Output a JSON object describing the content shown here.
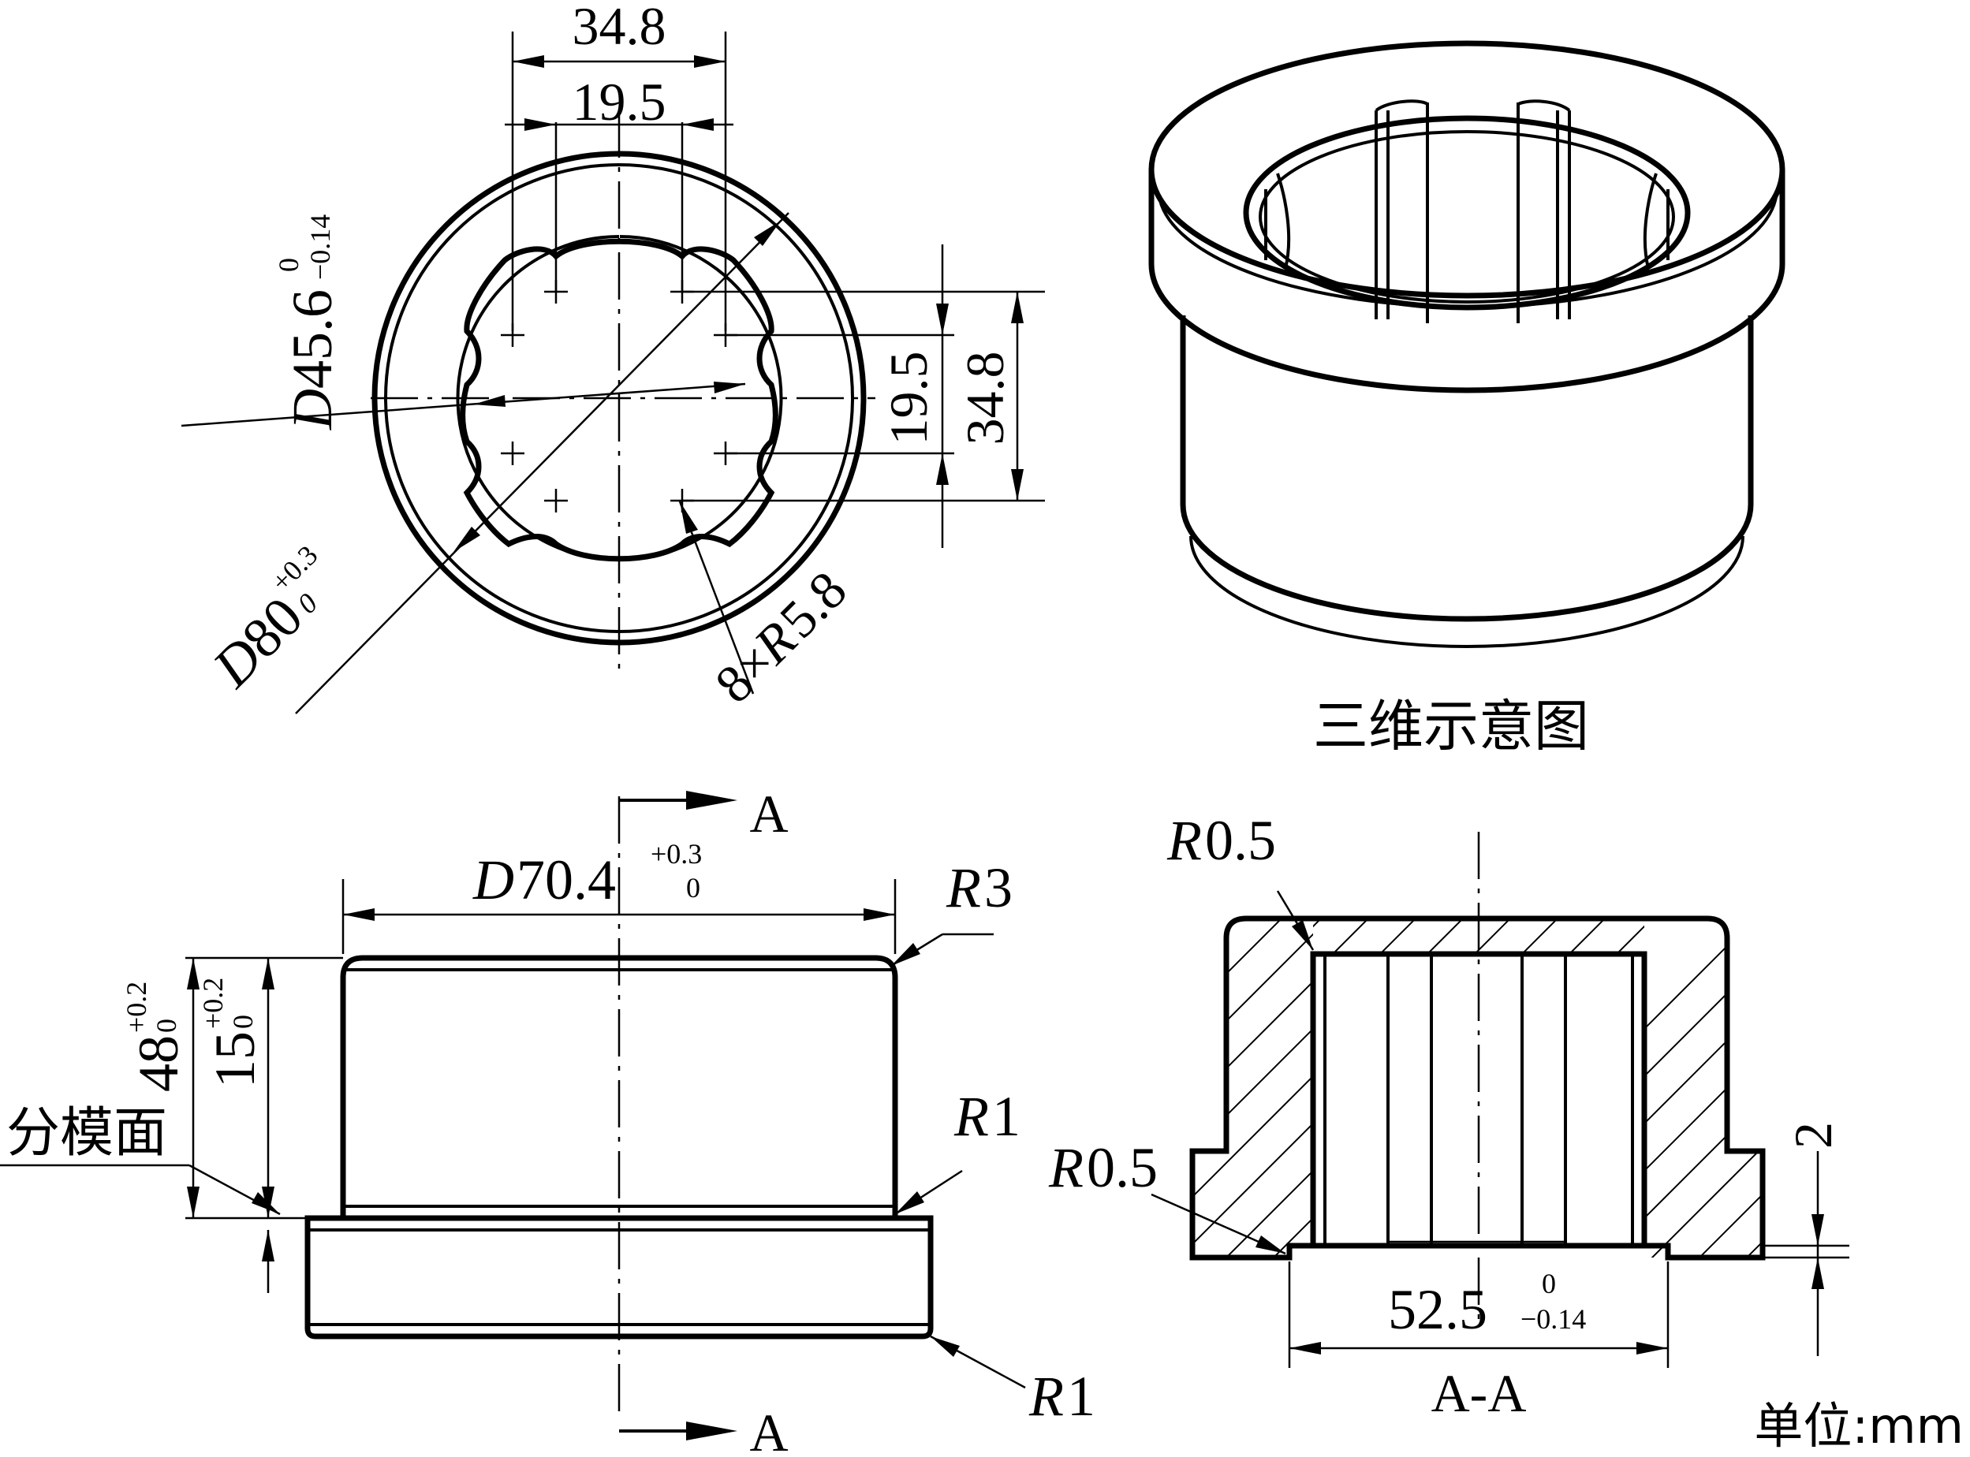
{
  "front_view": {
    "dim_horizontal_outer": "34.8",
    "dim_horizontal_inner": "19.5",
    "dim_vertical_inner": "19.5",
    "dim_vertical_outer": "34.8",
    "inner_diameter_prefix": "D",
    "inner_diameter_value": "45.6",
    "inner_diameter_tol_upper": "0",
    "inner_diameter_tol_lower": "−0.14",
    "outer_diameter_prefix": "D",
    "outer_diameter_value": "80",
    "outer_diameter_tol_upper": "+0.3",
    "outer_diameter_tol_lower": "0",
    "radius_callout_count": "8×",
    "radius_callout_prefix": "R",
    "radius_callout_value": "5.8"
  },
  "iso_view": {
    "caption": "三维示意图"
  },
  "side_view": {
    "section_label_top": "A",
    "section_label_bottom": "A",
    "diameter_prefix": "D",
    "diameter_value": "70.4",
    "diameter_tol_upper": "+0.3",
    "diameter_tol_lower": "0",
    "height_total_value": "48",
    "height_total_tol_upper": "+0.2",
    "height_total_tol_lower": "0",
    "height_upper_value": "15",
    "height_upper_tol_upper": "+0.2",
    "height_upper_tol_lower": "0",
    "parting_surface_label": "分模面",
    "radius_top_prefix": "R",
    "radius_top_value": "3",
    "radius_mid_prefix": "R",
    "radius_mid_value": "1",
    "radius_bottom_prefix": "R",
    "radius_bottom_value": "1"
  },
  "section_view": {
    "radius_top_prefix": "R",
    "radius_top_value": "0.5",
    "radius_bottom_prefix": "R",
    "radius_bottom_value": "0.5",
    "step_dim": "2",
    "width_value": "52.5",
    "width_tol_upper": "0",
    "width_tol_lower": "−0.14",
    "section_caption": "A-A"
  },
  "unit_note": "单位:mm"
}
